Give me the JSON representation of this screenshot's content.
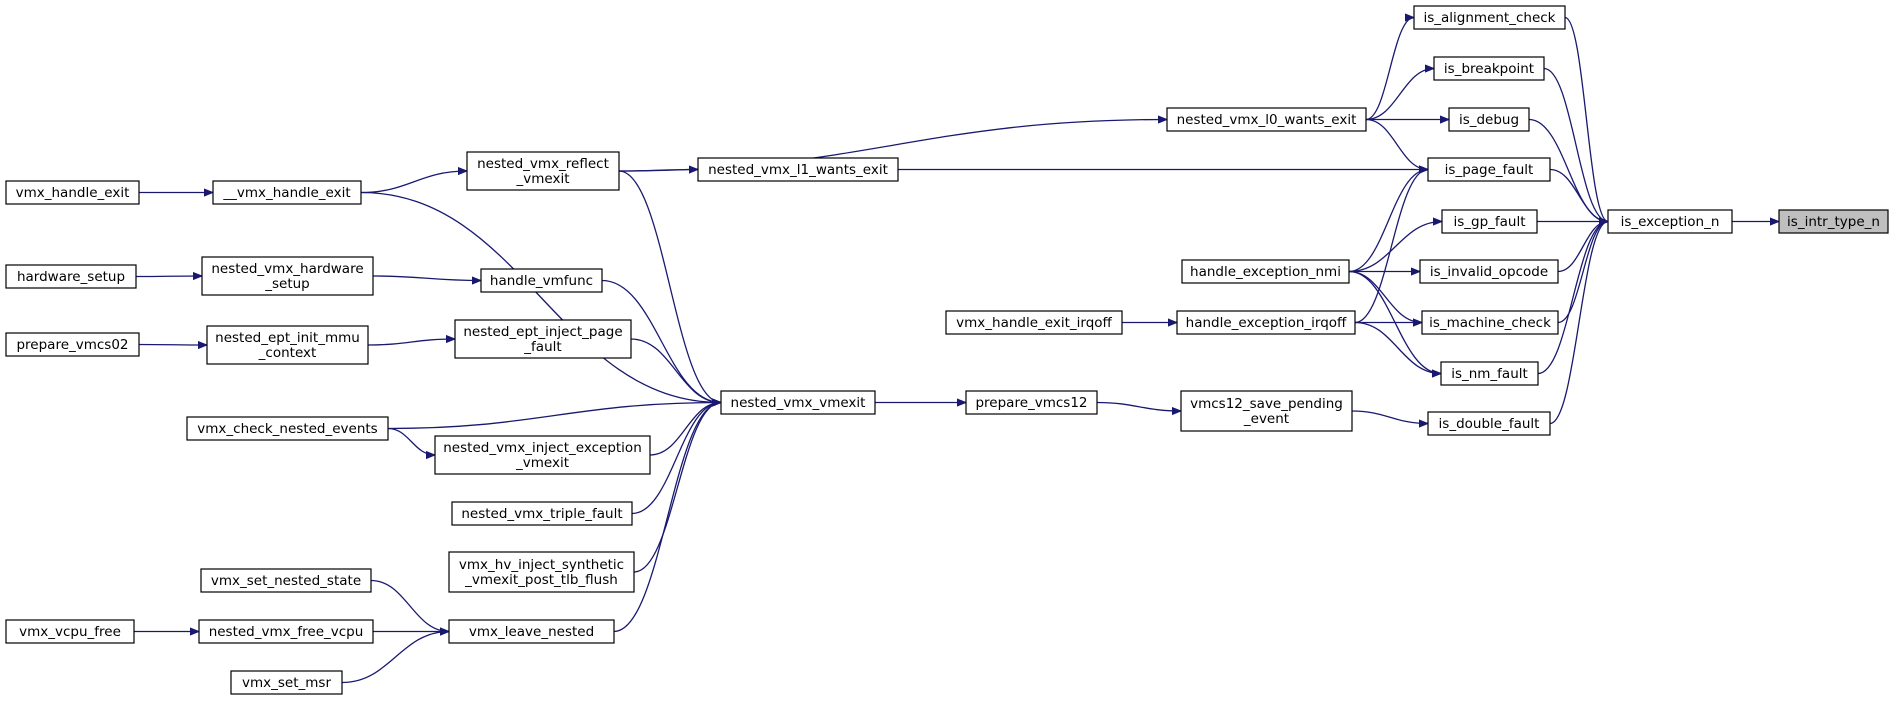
{
  "graph": {
    "nodes": {
      "is_intr_type_n": {
        "lines": [
          "is_intr_type_n"
        ],
        "highlight": true
      },
      "is_exception_n": {
        "lines": [
          "is_exception_n"
        ]
      },
      "is_alignment_check": {
        "lines": [
          "is_alignment_check"
        ]
      },
      "is_breakpoint": {
        "lines": [
          "is_breakpoint"
        ]
      },
      "is_debug": {
        "lines": [
          "is_debug"
        ]
      },
      "is_page_fault": {
        "lines": [
          "is_page_fault"
        ]
      },
      "is_gp_fault": {
        "lines": [
          "is_gp_fault"
        ]
      },
      "is_invalid_opcode": {
        "lines": [
          "is_invalid_opcode"
        ]
      },
      "is_machine_check": {
        "lines": [
          "is_machine_check"
        ]
      },
      "is_nm_fault": {
        "lines": [
          "is_nm_fault"
        ]
      },
      "is_double_fault": {
        "lines": [
          "is_double_fault"
        ]
      },
      "nested_vmx_l0_wants_exit": {
        "lines": [
          "nested_vmx_l0_wants_exit"
        ]
      },
      "nested_vmx_l1_wants_exit": {
        "lines": [
          "nested_vmx_l1_wants_exit"
        ]
      },
      "handle_exception_nmi": {
        "lines": [
          "handle_exception_nmi"
        ]
      },
      "handle_exception_irqoff": {
        "lines": [
          "handle_exception_irqoff"
        ]
      },
      "vmx_handle_exit_irqoff": {
        "lines": [
          "vmx_handle_exit_irqoff"
        ]
      },
      "vmcs12_save_pending_event": {
        "lines": [
          "vmcs12_save_pending",
          "_event"
        ]
      },
      "prepare_vmcs12": {
        "lines": [
          "prepare_vmcs12"
        ]
      },
      "nested_vmx_vmexit": {
        "lines": [
          "nested_vmx_vmexit"
        ]
      },
      "nested_vmx_reflect_vmexit": {
        "lines": [
          "nested_vmx_reflect",
          "_vmexit"
        ]
      },
      "__vmx_handle_exit": {
        "lines": [
          "__vmx_handle_exit"
        ]
      },
      "vmx_handle_exit": {
        "lines": [
          "vmx_handle_exit"
        ]
      },
      "handle_vmfunc": {
        "lines": [
          "handle_vmfunc"
        ]
      },
      "nested_vmx_hardware_setup": {
        "lines": [
          "nested_vmx_hardware",
          "_setup"
        ]
      },
      "hardware_setup": {
        "lines": [
          "hardware_setup"
        ]
      },
      "nested_ept_inject_page_fault": {
        "lines": [
          "nested_ept_inject_page",
          "_fault"
        ]
      },
      "nested_ept_init_mmu_context": {
        "lines": [
          "nested_ept_init_mmu",
          "_context"
        ]
      },
      "prepare_vmcs02": {
        "lines": [
          "prepare_vmcs02"
        ]
      },
      "vmx_check_nested_events": {
        "lines": [
          "vmx_check_nested_events"
        ]
      },
      "nested_vmx_inject_exception_vmexit": {
        "lines": [
          "nested_vmx_inject_exception",
          "_vmexit"
        ]
      },
      "nested_vmx_triple_fault": {
        "lines": [
          "nested_vmx_triple_fault"
        ]
      },
      "vmx_hv_inject_synthetic_vmexit_post_tlb_flush": {
        "lines": [
          "vmx_hv_inject_synthetic",
          "_vmexit_post_tlb_flush"
        ]
      },
      "vmx_leave_nested": {
        "lines": [
          "vmx_leave_nested"
        ]
      },
      "vmx_set_nested_state": {
        "lines": [
          "vmx_set_nested_state"
        ]
      },
      "nested_vmx_free_vcpu": {
        "lines": [
          "nested_vmx_free_vcpu"
        ]
      },
      "vmx_vcpu_free": {
        "lines": [
          "vmx_vcpu_free"
        ]
      },
      "vmx_set_msr": {
        "lines": [
          "vmx_set_msr"
        ]
      }
    },
    "edges": [
      [
        "is_exception_n",
        "is_intr_type_n"
      ],
      [
        "is_alignment_check",
        "is_exception_n"
      ],
      [
        "is_breakpoint",
        "is_exception_n"
      ],
      [
        "is_debug",
        "is_exception_n"
      ],
      [
        "is_page_fault",
        "is_exception_n"
      ],
      [
        "is_gp_fault",
        "is_exception_n"
      ],
      [
        "is_invalid_opcode",
        "is_exception_n"
      ],
      [
        "is_machine_check",
        "is_exception_n"
      ],
      [
        "is_nm_fault",
        "is_exception_n"
      ],
      [
        "is_double_fault",
        "is_exception_n"
      ],
      [
        "nested_vmx_l0_wants_exit",
        "is_alignment_check"
      ],
      [
        "nested_vmx_l0_wants_exit",
        "is_breakpoint"
      ],
      [
        "nested_vmx_l0_wants_exit",
        "is_debug"
      ],
      [
        "nested_vmx_l0_wants_exit",
        "is_page_fault"
      ],
      [
        "nested_vmx_l1_wants_exit",
        "is_page_fault"
      ],
      [
        "handle_exception_nmi",
        "is_page_fault"
      ],
      [
        "handle_exception_nmi",
        "is_gp_fault"
      ],
      [
        "handle_exception_nmi",
        "is_invalid_opcode"
      ],
      [
        "handle_exception_nmi",
        "is_machine_check"
      ],
      [
        "handle_exception_nmi",
        "is_nm_fault"
      ],
      [
        "handle_exception_irqoff",
        "is_page_fault"
      ],
      [
        "handle_exception_irqoff",
        "is_machine_check"
      ],
      [
        "handle_exception_irqoff",
        "is_nm_fault"
      ],
      [
        "vmx_handle_exit_irqoff",
        "handle_exception_irqoff"
      ],
      [
        "vmcs12_save_pending_event",
        "is_double_fault"
      ],
      [
        "prepare_vmcs12",
        "vmcs12_save_pending_event"
      ],
      [
        "nested_vmx_vmexit",
        "prepare_vmcs12"
      ],
      [
        "nested_vmx_reflect_vmexit",
        "nested_vmx_l0_wants_exit"
      ],
      [
        "nested_vmx_reflect_vmexit",
        "nested_vmx_l1_wants_exit"
      ],
      [
        "nested_vmx_reflect_vmexit",
        "nested_vmx_vmexit"
      ],
      [
        "__vmx_handle_exit",
        "nested_vmx_reflect_vmexit"
      ],
      [
        "__vmx_handle_exit",
        "nested_vmx_vmexit"
      ],
      [
        "vmx_handle_exit",
        "__vmx_handle_exit"
      ],
      [
        "handle_vmfunc",
        "nested_vmx_vmexit"
      ],
      [
        "nested_vmx_hardware_setup",
        "handle_vmfunc"
      ],
      [
        "hardware_setup",
        "nested_vmx_hardware_setup"
      ],
      [
        "nested_ept_inject_page_fault",
        "nested_vmx_vmexit"
      ],
      [
        "nested_ept_init_mmu_context",
        "nested_ept_inject_page_fault"
      ],
      [
        "prepare_vmcs02",
        "nested_ept_init_mmu_context"
      ],
      [
        "vmx_check_nested_events",
        "nested_vmx_vmexit"
      ],
      [
        "vmx_check_nested_events",
        "nested_vmx_inject_exception_vmexit"
      ],
      [
        "nested_vmx_inject_exception_vmexit",
        "nested_vmx_vmexit"
      ],
      [
        "nested_vmx_triple_fault",
        "nested_vmx_vmexit"
      ],
      [
        "vmx_hv_inject_synthetic_vmexit_post_tlb_flush",
        "nested_vmx_vmexit"
      ],
      [
        "vmx_leave_nested",
        "nested_vmx_vmexit"
      ],
      [
        "vmx_set_nested_state",
        "vmx_leave_nested"
      ],
      [
        "nested_vmx_free_vcpu",
        "vmx_leave_nested"
      ],
      [
        "vmx_vcpu_free",
        "nested_vmx_free_vcpu"
      ],
      [
        "vmx_set_msr",
        "vmx_leave_nested"
      ]
    ]
  }
}
